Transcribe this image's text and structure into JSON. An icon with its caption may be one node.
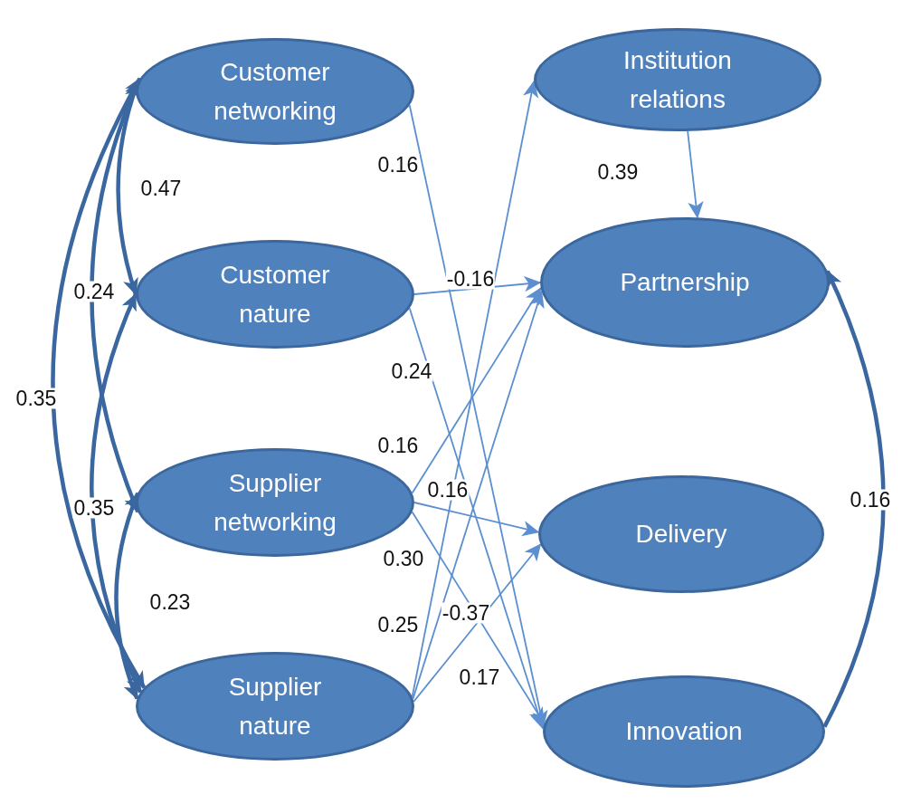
{
  "diagram": {
    "nodes": [
      {
        "text": [
          "Customer networking"
        ]
      },
      {
        "text": [
          "Customer nature"
        ]
      },
      {
        "text": [
          "Supplier networking"
        ]
      },
      {
        "text": [
          "Supplier nature"
        ]
      },
      {
        "text": [
          "Institution relations"
        ]
      },
      {
        "text": [
          "Partnership"
        ]
      },
      {
        "text": [
          "Delivery"
        ]
      },
      {
        "text": [
          "Innovation"
        ]
      }
    ],
    "edges": [
      {
        "from": 0,
        "to": 7,
        "arrow": "to",
        "label": "0.16"
      },
      {
        "from": 1,
        "to": 5,
        "arrow": "to",
        "label": "-0.16"
      },
      {
        "from": 1,
        "to": 7,
        "arrow": "to",
        "label": "0.24"
      },
      {
        "from": 2,
        "to": 5,
        "arrow": "to",
        "label": "0.16"
      },
      {
        "from": 2,
        "to": 6,
        "arrow": "to",
        "label": "0.16"
      },
      {
        "from": 2,
        "to": 7,
        "arrow": "to",
        "label": "0.30"
      },
      {
        "from": 3,
        "to": 4,
        "arrow": "to",
        "label": "0.25"
      },
      {
        "from": 3,
        "to": 5,
        "arrow": "to",
        "label": "-0.37"
      },
      {
        "from": 3,
        "to": 6,
        "arrow": "to",
        "label": "0.17"
      },
      {
        "from": 4,
        "to": 5,
        "arrow": "to",
        "label": "0.39"
      },
      {
        "from": 7,
        "to": 5,
        "arrow": "to",
        "label": "0.16",
        "style": "thick",
        "color": "#3a67a0"
      },
      {
        "from": 0,
        "to": 1,
        "arrow": "both",
        "label": "0.47",
        "style": "thick",
        "color": "#3a67a0"
      },
      {
        "from": 0,
        "to": 2,
        "arrow": "both",
        "label": "0.24",
        "style": "thick",
        "color": "#3a67a0"
      },
      {
        "from": 0,
        "to": 3,
        "arrow": "both",
        "label": "0.35",
        "style": "thick",
        "color": "#3a67a0"
      },
      {
        "from": 1,
        "to": 3,
        "arrow": "both",
        "label": "0.35",
        "style": "thick",
        "color": "#3a67a0"
      },
      {
        "from": 2,
        "to": 3,
        "arrow": "both",
        "label": "0.23",
        "style": "thick",
        "color": "#3a67a0"
      }
    ]
  }
}
